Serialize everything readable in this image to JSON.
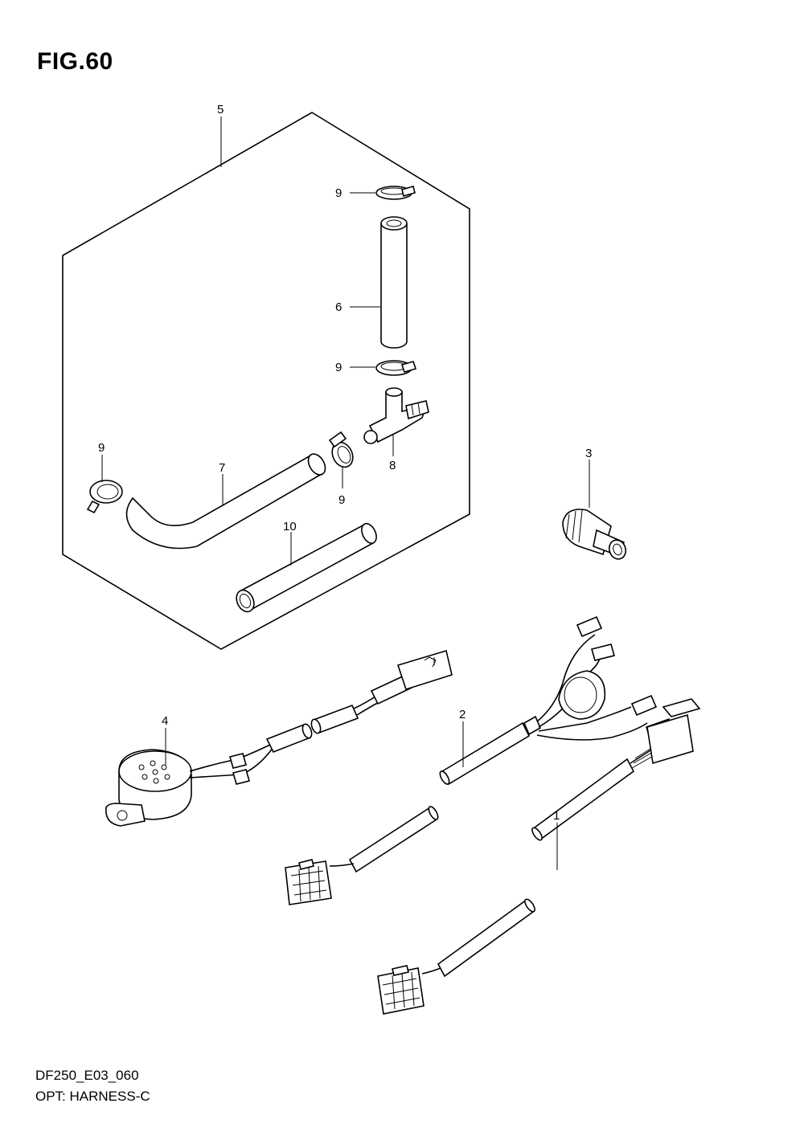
{
  "figure": {
    "title": "FIG.60"
  },
  "footer": {
    "model_code": "DF250_E03_060",
    "section": "OPT: HARNESS-C"
  },
  "callouts": {
    "c1": "1",
    "c2": "2",
    "c3": "3",
    "c4": "4",
    "c5": "5",
    "c6": "6",
    "c7": "7",
    "c8": "8",
    "c9": "9",
    "c10": "10"
  }
}
